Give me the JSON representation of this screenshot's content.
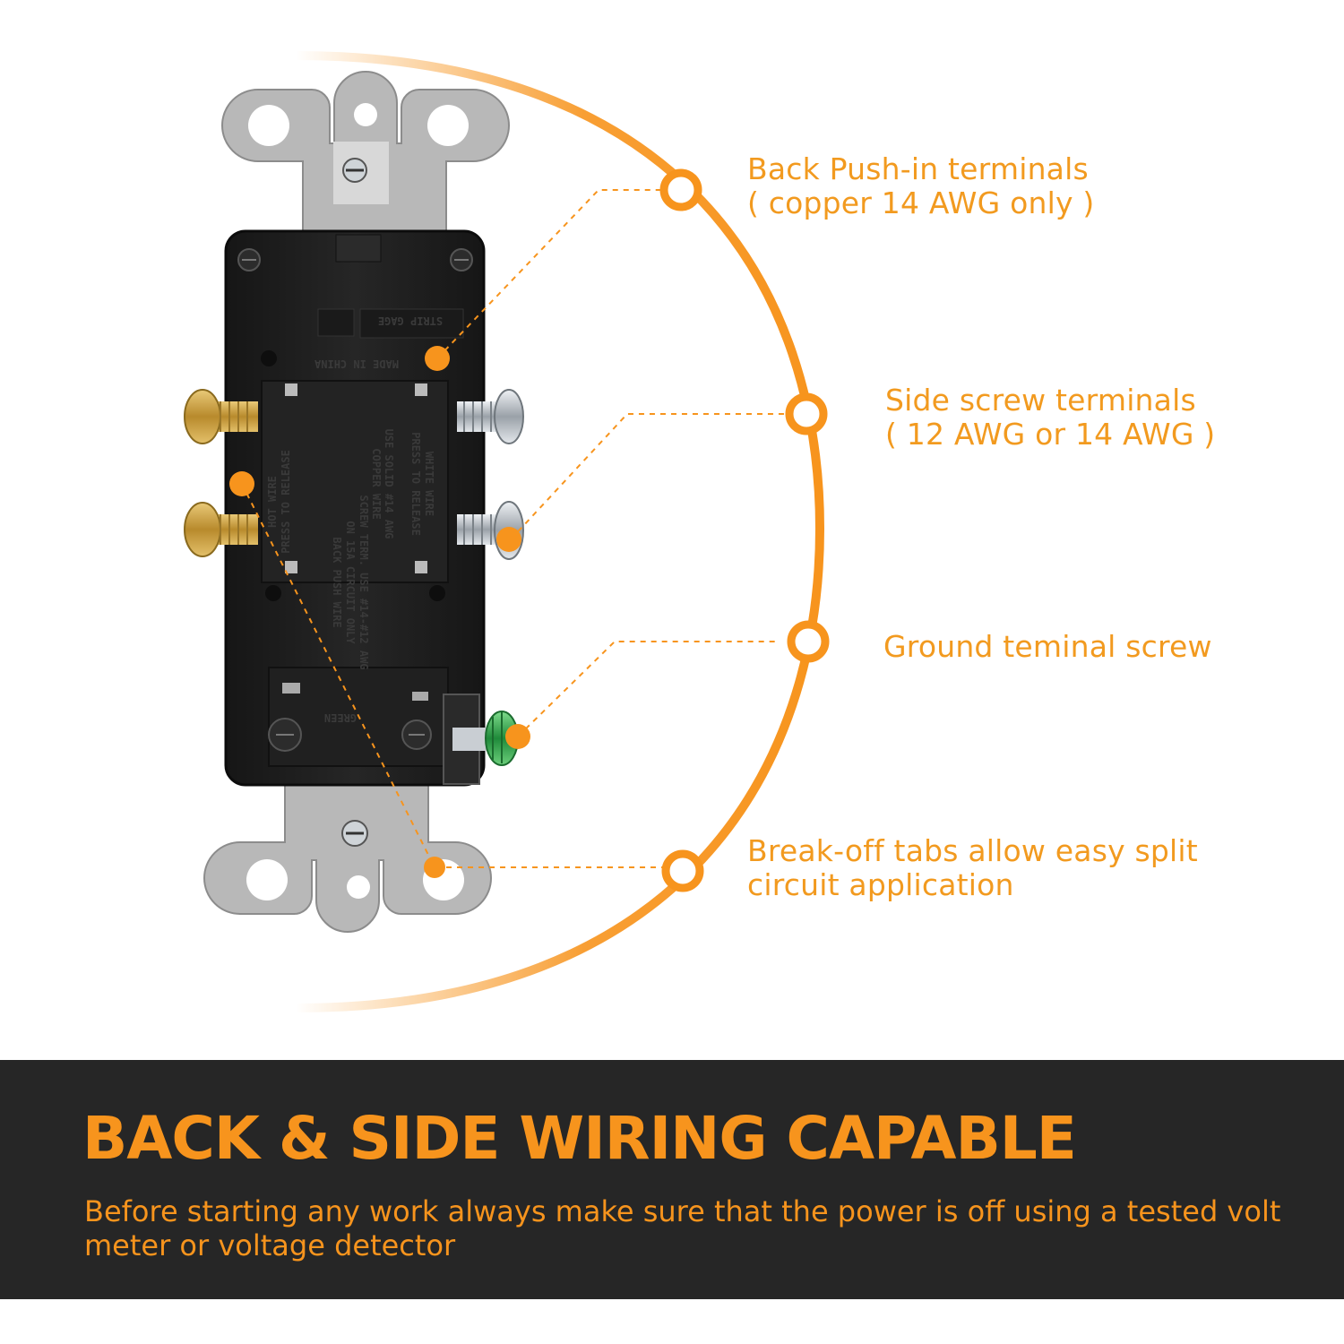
{
  "colors": {
    "accent": "#f7941d",
    "banner_bg": "#262626",
    "device_body": "#1e1e1e",
    "strap": "#b3b3b3",
    "brass_screw": "#c8a24a",
    "silver_screw": "#c9ced3",
    "ground_screw": "#2fa84f"
  },
  "callouts": [
    {
      "line1": "Back Push-in terminals",
      "line2": "( copper 14 AWG only )"
    },
    {
      "line1": "Side screw terminals",
      "line2": "( 12 AWG or 14 AWG )"
    },
    {
      "line1": "Ground teminal screw",
      "line2": ""
    },
    {
      "line1": "Break-off tabs allow easy split",
      "line2": "circuit application"
    }
  ],
  "banner": {
    "title": "BACK & SIDE WIRING CAPABLE",
    "text": "Before starting any work always make sure that the power is off using a tested volt meter or voltage detector"
  },
  "device": {
    "molded_text": [
      "MADE IN CHINA",
      "STRIP GAGE",
      "WHITE WIRE",
      "PRESS TO RELEASE",
      "USE SOLID #14 AWG",
      "COPPER WIRE",
      "BACK PUSH WIRE",
      "ON 15A CIRCUIT ONLY",
      "SCREW TERM. USE #14-#12 AWG",
      "GREEN",
      "HOT WIRE",
      "PRESS TO RELEASE"
    ]
  }
}
